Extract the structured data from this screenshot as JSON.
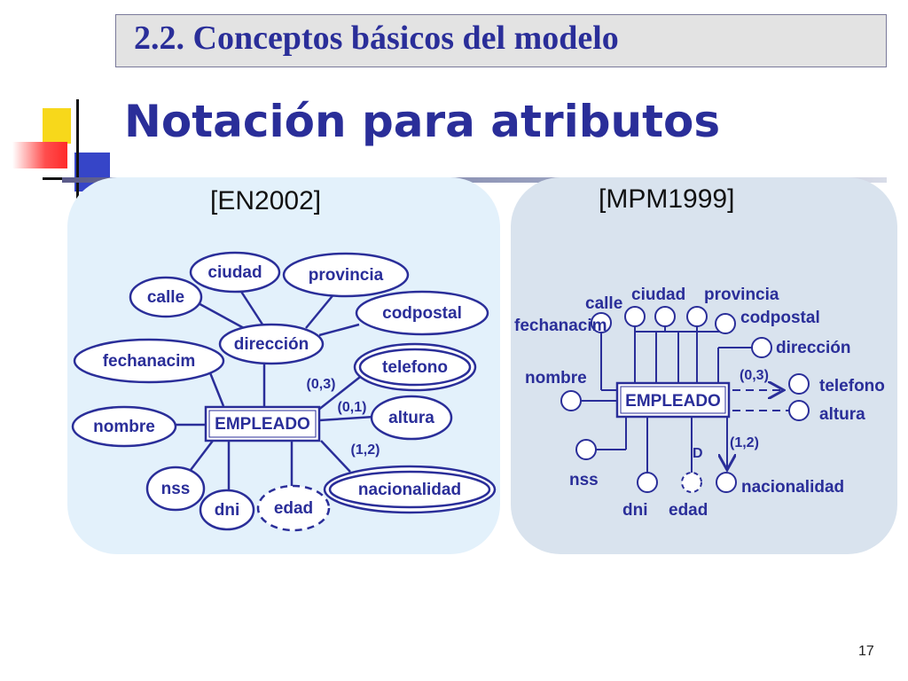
{
  "section_title": "2.2. Conceptos básicos del modelo",
  "main_title": "Notación para atributos",
  "page_number": "17",
  "colors": {
    "title": "#2a2e99",
    "diagram_stroke": "#2a2e99"
  },
  "left_diagram": {
    "label": "[EN2002]",
    "entity": "EMPLEADO",
    "attributes": {
      "ciudad": "ciudad",
      "provincia": "provincia",
      "calle": "calle",
      "codpostal": "codpostal",
      "direccion": "dirección",
      "fechanacim": "fechanacim",
      "telefono": "telefono",
      "altura": "altura",
      "nombre": "nombre",
      "nss": "nss",
      "dni": "dni",
      "edad": "edad",
      "nacionalidad": "nacionalidad"
    },
    "cardinalities": {
      "telefono": "(0,3)",
      "altura": "(0,1)",
      "nacionalidad": "(1,2)"
    }
  },
  "right_diagram": {
    "label": "[MPM1999]",
    "entity": "EMPLEADO",
    "attributes": {
      "calle": "calle",
      "ciudad": "ciudad",
      "provincia": "provincia",
      "codpostal": "codpostal",
      "fechanacim": "fechanacim",
      "direccion": "dirección",
      "nombre": "nombre",
      "telefono": "telefono",
      "altura": "altura",
      "nss": "nss",
      "dni": "dni",
      "edad": "edad",
      "nacionalidad": "nacionalidad"
    },
    "cardinalities": {
      "telefono": "(0,3)",
      "nacionalidad": "(1,2)"
    },
    "derived_marker": "D"
  }
}
